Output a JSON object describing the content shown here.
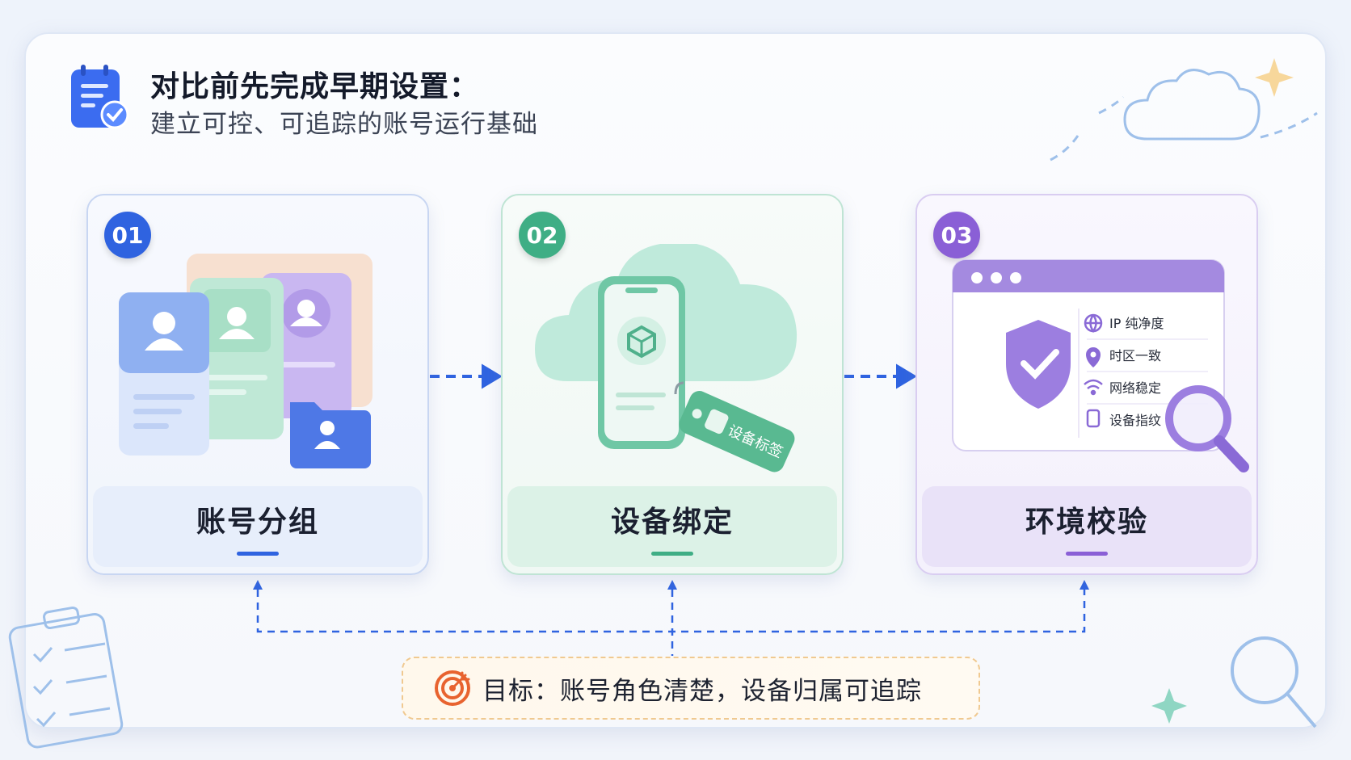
{
  "header": {
    "title": "对比前先完成早期设置：",
    "subtitle": "建立可控、可追踪的账号运行基础"
  },
  "steps": [
    {
      "number": "01",
      "label": "账号分组",
      "accent": "#2f63e0"
    },
    {
      "number": "02",
      "label": "设备绑定",
      "accent": "#3fae85",
      "tag": "设备标签"
    },
    {
      "number": "03",
      "label": "环境校验",
      "accent": "#8a5fd6",
      "checks": [
        "IP 纯净度",
        "时区一致",
        "网络稳定",
        "设备指纹"
      ]
    }
  ],
  "goal": {
    "text": "目标：账号角色清楚，设备归属可追踪"
  }
}
